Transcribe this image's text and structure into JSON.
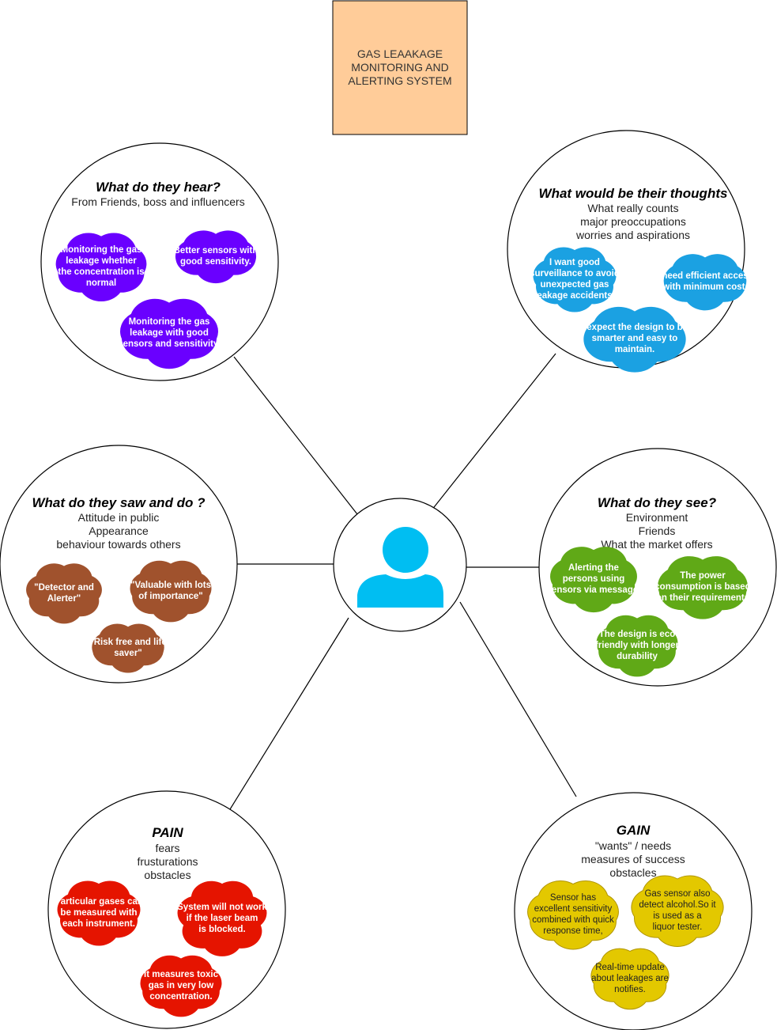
{
  "title_box": {
    "lines": [
      "GAS LEAAKAGE",
      "MONITORING AND",
      "ALERTING SYSTEM"
    ],
    "color": "#FFCC99"
  },
  "hear": {
    "heading": "What do they hear?",
    "sub": [
      "From Friends, boss and influencers"
    ],
    "color": "#6A00FF",
    "clouds": [
      [
        "Monitoring the gas",
        "leakage whether",
        "the concentration is",
        "normal"
      ],
      [
        "Better sensors with",
        "good sensitivity."
      ],
      [
        "Monitoring the gas",
        "leakage with good",
        "sensors and sensitivity."
      ]
    ]
  },
  "thoughts": {
    "heading": "What would be their thoughts",
    "sub": [
      "What really counts",
      "major preoccupations",
      "worries and aspirations"
    ],
    "color": "#1BA1E2",
    "clouds": [
      [
        "I want good",
        "surveillance to avoid",
        "unexpected gas",
        "leakage accidents."
      ],
      [
        "I need efficient access",
        "with minimum cost."
      ],
      [
        "I expect the design to be",
        "smarter and easy to",
        "maintain."
      ]
    ]
  },
  "saw_do": {
    "heading": "What do they saw and do ?",
    "sub": [
      "Attitude in public",
      "Appearance",
      "behaviour towards others"
    ],
    "color": "#A0522D",
    "clouds": [
      [
        "\"Detector and",
        "Alerter\""
      ],
      [
        "\"Valuable with lots",
        "of importance\""
      ],
      [
        "\"Risk free and life",
        "saver\""
      ]
    ]
  },
  "see": {
    "heading": "What do they see?",
    "sub": [
      "Environment",
      "Friends",
      "What the market offers"
    ],
    "color": "#60A917",
    "clouds": [
      [
        "Alerting the",
        "persons using",
        "sensors via message."
      ],
      [
        "The power",
        "consumption is based",
        "on their requirements"
      ],
      [
        "The design is eco",
        "friendly with longer",
        "durability"
      ]
    ]
  },
  "pain": {
    "heading": "PAIN",
    "sub": [
      "fears",
      "frusturations",
      "obstacles"
    ],
    "color": "#E51400",
    "clouds": [
      [
        "Particular gases can",
        "be measured with",
        "each instrument."
      ],
      [
        "System will not work",
        "if the laser beam",
        "is blocked."
      ],
      [
        "It measures toxic",
        "gas in very low",
        "concentration."
      ]
    ]
  },
  "gain": {
    "heading": "GAIN",
    "sub": [
      "\"wants\" / needs",
      "measures of success",
      "obstacles"
    ],
    "color": "#E3C800",
    "clouds": [
      [
        "Sensor has",
        "excellent sensitivity",
        "combined with quick",
        "response time,"
      ],
      [
        "Gas sensor also",
        "detect alcohol.So it",
        "is used as a",
        "liquor tester."
      ],
      [
        "Real-time update",
        "about leakages are",
        "notifies."
      ]
    ]
  },
  "person": {
    "icon": "person-icon",
    "color": "#00BEF2"
  }
}
